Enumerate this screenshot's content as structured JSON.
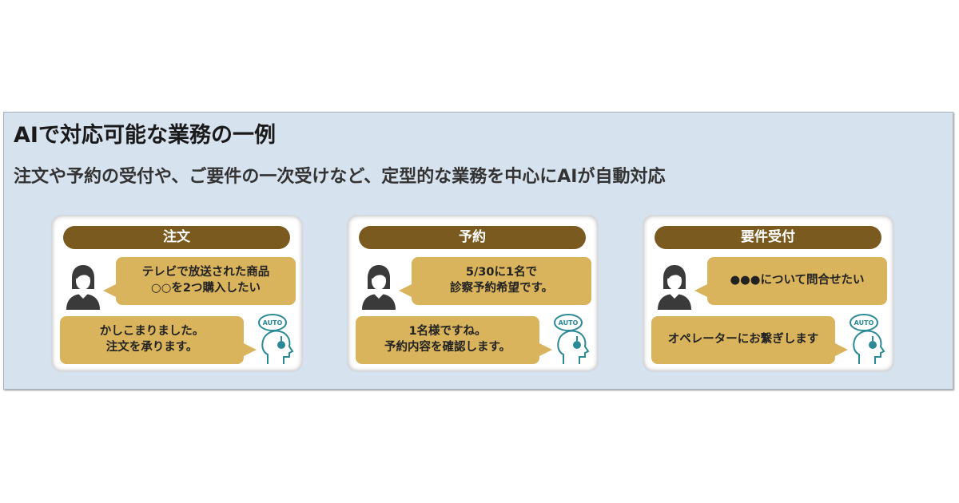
{
  "title": "AIで対応可能な業務の一例",
  "subtitle": "注文や予約の受付や、ご要件の一次受けなど、定型的な業務を中心にAIが自動対応",
  "cards": [
    {
      "header": "注文",
      "user_lines": [
        "テレビで放送された商品",
        "○○を2つ購入したい"
      ],
      "bot_lines": [
        "かしこまりました。",
        "注文を承ります。"
      ]
    },
    {
      "header": "予約",
      "user_lines": [
        "5/30に1名で",
        "診察予約希望です。"
      ],
      "bot_lines": [
        "1名様ですね。",
        "予約内容を確認します。"
      ]
    },
    {
      "header": "要件受付",
      "user_lines": [
        "●●●について問合せたい",
        ""
      ],
      "bot_lines": [
        "オペレーターにお繋ぎします",
        ""
      ]
    }
  ],
  "robot_badge": "AUTO",
  "colors": {
    "panel": "#d6e2ee",
    "header": "#7a5a1f",
    "bubble": "#d9b45c",
    "robot": "#2a8a96"
  }
}
